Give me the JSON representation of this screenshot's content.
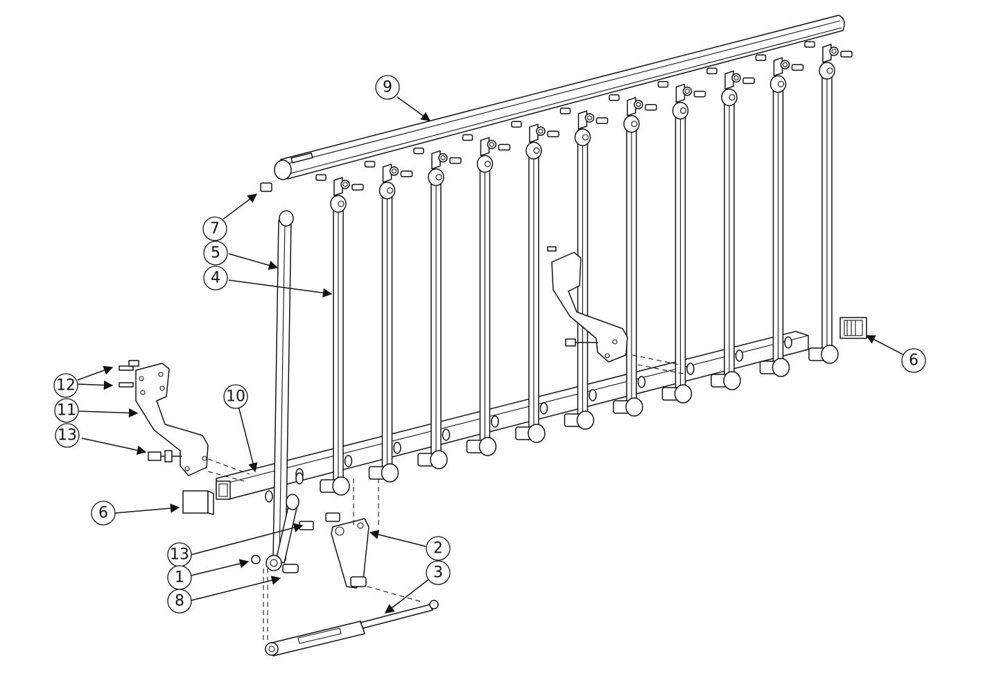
{
  "balloons": [
    {
      "label": "9",
      "name": "top-rail"
    },
    {
      "label": "7",
      "name": "pivot-screw"
    },
    {
      "label": "5",
      "name": "drive-link"
    },
    {
      "label": "4",
      "name": "vertical-bar"
    },
    {
      "label": "6",
      "name": "end-cap-right"
    },
    {
      "label": "12",
      "name": "bracket-screws"
    },
    {
      "label": "11",
      "name": "mounting-bracket"
    },
    {
      "label": "10",
      "name": "bottom-tube"
    },
    {
      "label": "13",
      "name": "shoulder-bolt-upper"
    },
    {
      "label": "6",
      "name": "end-cap-left"
    },
    {
      "label": "13",
      "name": "shoulder-bolt-lower"
    },
    {
      "label": "1",
      "name": "washer"
    },
    {
      "label": "8",
      "name": "pin"
    },
    {
      "label": "2",
      "name": "lever-plate"
    },
    {
      "label": "3",
      "name": "gas-spring"
    }
  ]
}
